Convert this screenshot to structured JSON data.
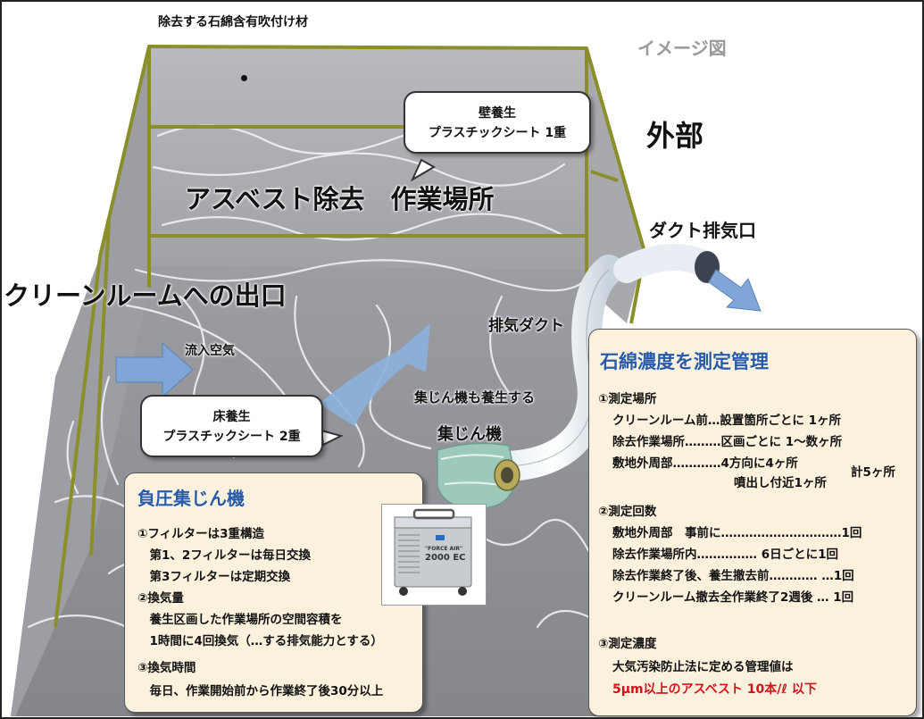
{
  "labels": {
    "ceiling_material": "除去する石綿含有吹付け材",
    "image_note": "イメージ図",
    "outside": "外部",
    "work_area": "アスベスト除去　作業場所",
    "duct_outlet": "ダクト排気口",
    "clean_room_exit": "クリーンルームへの出口",
    "exhaust_duct": "排気ダクト",
    "inflow_air": "流入空気",
    "collector_also_covered": "集じん機も養生する",
    "collector": "集じん機"
  },
  "wall_callout": {
    "line1": "壁養生",
    "line2": "プラスチックシート 1重"
  },
  "floor_callout": {
    "line1": "床養生",
    "line2": "プラスチックシート 2重"
  },
  "machine_label": {
    "line1": "\"FORCE AIR\"",
    "line2": "2000 EC"
  },
  "negative_pressure_panel": {
    "title": "負圧集じん機",
    "lines": [
      "①フィルターは3重構造",
      "　第1、2フィルターは毎日交換",
      "　第3フィルターは定期交換",
      "②換気量",
      "　養生区画した作業場所の空間容積を",
      "　1時間に4回換気（…する排気能力とする）",
      "③換気時間",
      "　毎日、作業開始前から作業終了後30分以上"
    ]
  },
  "measurement_panel": {
    "title": "石綿濃度を測定管理",
    "places_heading": "①測定場所",
    "places": [
      "クリーンルーム前…設置箇所ごとに 1ヶ所",
      "除去作業場所………区画ごとに 1～数ヶ所",
      "敷地外周部…………4方向に4ヶ所",
      "噴出し付近1ヶ所"
    ],
    "places_total": "計5ヶ所",
    "times_heading": "②測定回数",
    "times": [
      "敷地外周部　事前に…………………………1回",
      "除去作業場所内…………… 6日ごとに1回",
      "除去作業終了後、養生撤去前…………  …1回",
      "クリーンルーム撤去全作業終了2週後 … 1回"
    ],
    "concentration_heading": "③測定濃度",
    "concentration_line": "大気汚染防止法に定める管理値は",
    "limit": "5μm以上のアスベスト 10本/ℓ 以下"
  },
  "colors": {
    "panel_title": "#2a5aa5",
    "limit_text": "#d6101c",
    "panel_bg": "#fbf1dc",
    "frame": "#8a8f2a",
    "wall_dark": "#8f9095",
    "ceiling": "#6b6b78",
    "airflow": "#7fa6d6"
  }
}
